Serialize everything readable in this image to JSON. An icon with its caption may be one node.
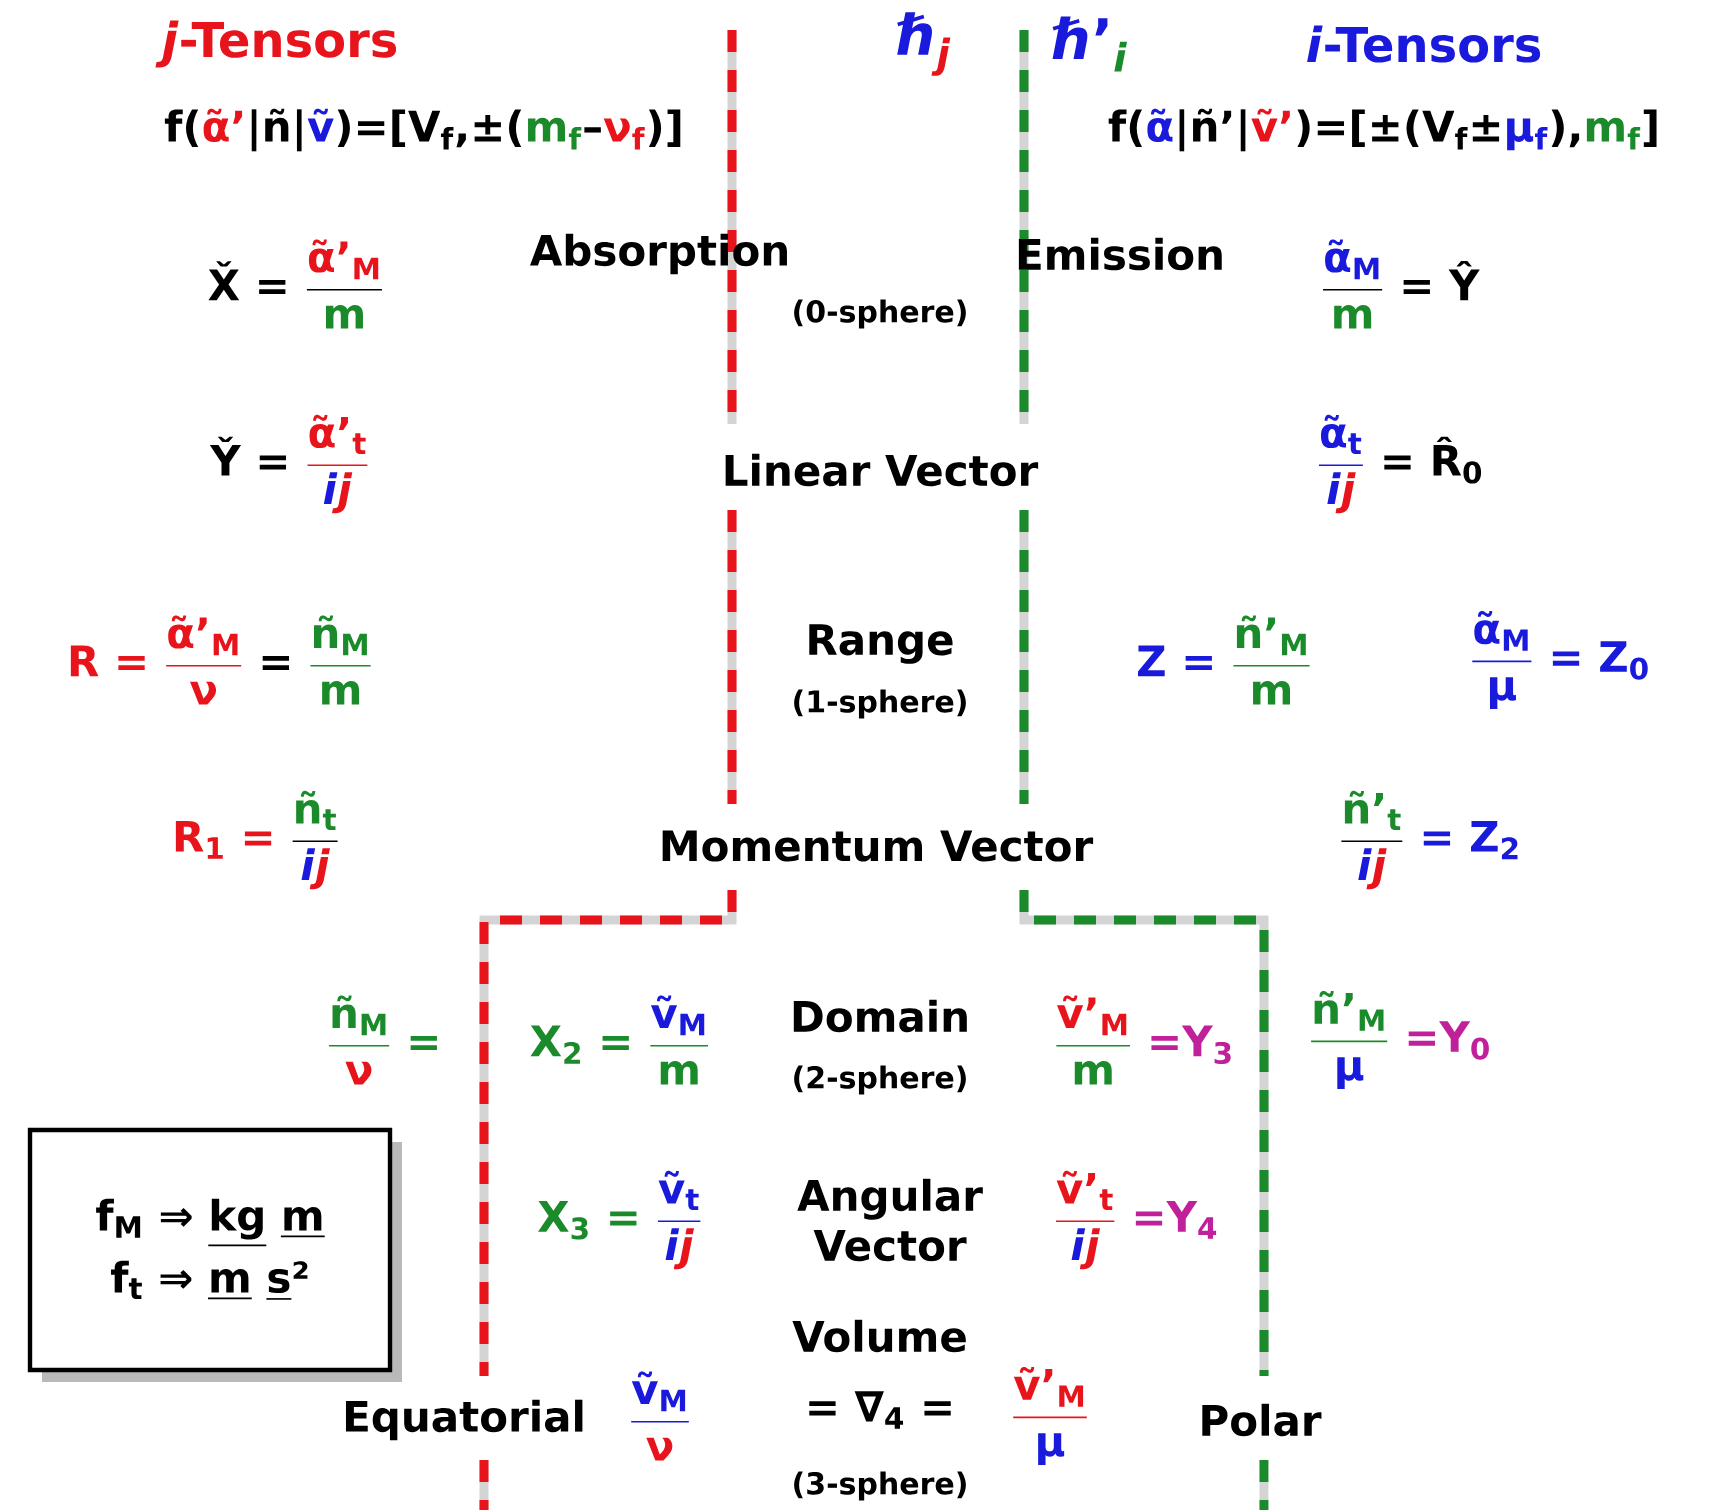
{
  "diagram": {
    "nodes": [
      {
        "text": [
          "\\text{f\\textsubscript{M} ⇒ \\underline{kg} \\underline{m}}",
          "\\text{f\\textsubscript{t} ⇒ \\underline{m} \\underline{s}²}"
        ]
      }
    ],
    "labels": [
      "*j*-Tensors",
      "\\text{\\textcolor{blue}{\\textit{ℏ}}\\textsubscript{\\textcolor{red}{\\textit{j}}}}",
      "\\text{\\textcolor{blue}{\\textit{ℏ}’}\\textsubscript{\\textcolor{green}{\\textit{i}}}}",
      "*i*-Tensors",
      "\\text{f(\\textcolor{red}{α̃’}|ñ|\\textcolor{blue}{ṽ})=[V\\textsubscript{f},±(\\textcolor{green}{m\\textsubscript{f}}–\\textcolor{red}{ν\\textsubscript{f}})]}",
      "\\text{f(\\textcolor{blue}{α̃}|ñ’|\\textcolor{red}{ṽ’})=[±(V\\textsubscript{f}±\\textcolor{blue}{μ\\textsubscript{f}}),\\textcolor{green}{m\\textsubscript{f}}]}",
      "\\text{X̌ = }\\dfrac{\\text{\\textcolor{red}{α̃’\\textsubscript{M}}}}{\\text{\\textcolor{green}{m}}}",
      "Absorption",
      "(0-sphere)",
      "Emission",
      "\\dfrac{\\text{\\textcolor{blue}{α̃\\textsubscript{M}}}}{\\text{\\textcolor{green}{m}}}\\text{ = Ŷ}",
      "\\text{Y̌ = }\\textcolor{red}{\\dfrac{\\text{α̃’\\textsubscript{t}}}{\\text{\\textcolor{blue}{\\textit{i}}\\textit{j}}}}",
      "Linear Vector",
      "\\textcolor{blue}{\\dfrac{\\text{α̃\\textsubscript{t}}}{\\text{\\textit{i}\\textcolor{red}{\\textit{j}}}}}\\text{ = R̂\\textsubscript{0}}",
      "\\textcolor{red}{\\text{R = }\\dfrac{\\text{α̃’\\textsubscript{M}}}{\\text{ν}}}\\text{ = }\\textcolor{green}{\\dfrac{\\text{ñ\\textsubscript{M}}}{\\text{m}}}",
      "Range",
      "(1-sphere)",
      "\\textcolor{blue}{\\text{Z = }}\\textcolor{green}{\\dfrac{\\text{ñ’\\textsubscript{M}}}{\\text{m}}}",
      "\\textcolor{blue}{\\dfrac{\\text{α̃\\textsubscript{M}}}{\\text{μ}}\\text{ = Z\\textsubscript{0}}}",
      "\\textcolor{red}{\\text{R\\textsubscript{1} = }}\\dfrac{\\text{\\textcolor{green}{ñ\\textsubscript{t}}}}{\\text{\\textcolor{blue}{\\textit{i}}\\textcolor{red}{\\textit{j}}}}",
      "Momentum Vector",
      "\\dfrac{\\text{\\textcolor{green}{ñ’\\textsubscript{t}}}}{\\text{\\textcolor{blue}{\\textit{i}}\\textcolor{red}{\\textit{j}}}}\\textcolor{blue}{\\text{ = Z\\textsubscript{2}}}",
      "\\textcolor{green}{\\dfrac{\\text{ñ\\textsubscript{M}}}{\\text{\\textcolor{red}{ν}}}\\text{ =}}",
      "\\textcolor{green}{\\text{X\\textsubscript{2} = }\\dfrac{\\text{\\textcolor{blue}{ṽ\\textsubscript{M}}}}{\\text{m}}}",
      "Domain",
      "(2-sphere)",
      "\\textcolor{green}{\\dfrac{\\text{\\textcolor{red}{ṽ’\\textsubscript{M}}}}{\\text{m}}}\\textcolor{magenta}{\\text{ =Y\\textsubscript{3}}}",
      "\\textcolor{green}{\\dfrac{\\text{ñ’\\textsubscript{M}}}{\\text{\\textcolor{blue}{μ}}}}\\textcolor{magenta}{\\text{ =Y\\textsubscript{0}}}",
      "\\textcolor{green}{\\text{X\\textsubscript{3} = }}\\textcolor{blue}{\\dfrac{\\text{ṽ\\textsubscript{t}}}{\\text{\\textit{i}\\textcolor{red}{\\textit{j}}}}}",
      "Angular Vector",
      "\\textcolor{red}{\\dfrac{\\text{ṽ’\\textsubscript{t}}}{\\text{\\textcolor{blue}{\\textit{i}}\\textit{j}}}}\\textcolor{magenta}{\\text{ =Y\\textsubscript{4}}}",
      "Equatorial",
      "\\textcolor{blue}{\\dfrac{\\text{ṽ\\textsubscript{M}}}{\\text{\\textcolor{red}{ν}}}}",
      "Volume",
      "\\text{= ∇\\textsubscript{4} =}",
      "(3-sphere)",
      "\\textcolor{red}{\\dfrac{\\text{ṽ’\\textsubscript{M}}}{\\text{\\textcolor{blue}{μ}}}}",
      "Polar"
    ]
  }
}
